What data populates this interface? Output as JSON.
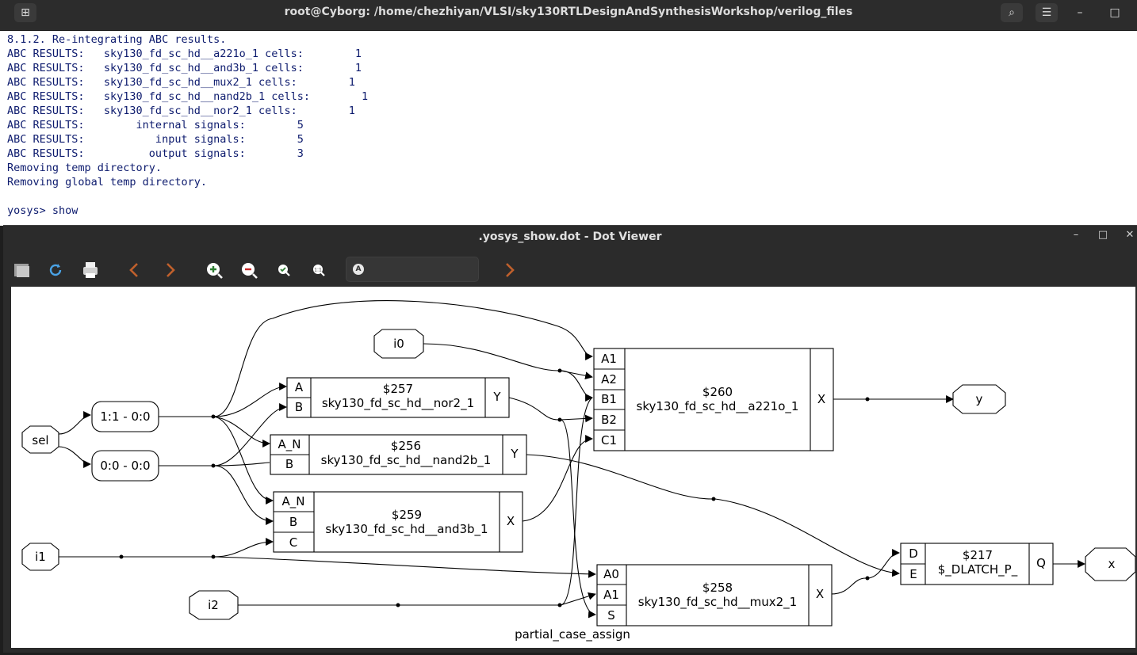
{
  "terminal": {
    "title": "root@Cyborg: /home/chezhiyan/VLSI/sky130RTLDesignAndSynthesisWorkshop/verilog_files",
    "lines": [
      "8.1.2. Re-integrating ABC results.",
      "ABC RESULTS:   sky130_fd_sc_hd__a221o_1 cells:        1",
      "ABC RESULTS:   sky130_fd_sc_hd__and3b_1 cells:        1",
      "ABC RESULTS:   sky130_fd_sc_hd__mux2_1 cells:        1",
      "ABC RESULTS:   sky130_fd_sc_hd__nand2b_1 cells:        1",
      "ABC RESULTS:   sky130_fd_sc_hd__nor2_1 cells:        1",
      "ABC RESULTS:        internal signals:        5",
      "ABC RESULTS:           input signals:        5",
      "ABC RESULTS:          output signals:        3",
      "Removing temp directory.",
      "Removing global temp directory.",
      "",
      "yosys> show"
    ]
  },
  "viewer": {
    "title": ".yosys_show.dot - Dot Viewer",
    "find_placeholder": "",
    "toolbar": [
      "open-icon",
      "reload-icon",
      "print-icon",
      "back-icon",
      "forward-icon",
      "zoom-in-icon",
      "zoom-out-icon",
      "zoom-fit-icon",
      "zoom-100-icon",
      "find-next-icon"
    ]
  },
  "graph": {
    "module": "partial_case_assign",
    "inputs": [
      "sel",
      "i0",
      "i1",
      "i2"
    ],
    "outputs": [
      "y",
      "x"
    ],
    "slices": [
      "1:1 - 0:0",
      "0:0 - 0:0"
    ],
    "cells": {
      "c257": {
        "id": "$257",
        "type": "sky130_fd_sc_hd__nor2_1",
        "ins": [
          "A",
          "B"
        ],
        "out": "Y"
      },
      "c256": {
        "id": "$256",
        "type": "sky130_fd_sc_hd__nand2b_1",
        "ins": [
          "A_N",
          "B"
        ],
        "out": "Y"
      },
      "c259": {
        "id": "$259",
        "type": "sky130_fd_sc_hd__and3b_1",
        "ins": [
          "A_N",
          "B",
          "C"
        ],
        "out": "X"
      },
      "c260": {
        "id": "$260",
        "type": "sky130_fd_sc_hd__a221o_1",
        "ins": [
          "A1",
          "A2",
          "B1",
          "B2",
          "C1"
        ],
        "out": "X"
      },
      "c258": {
        "id": "$258",
        "type": "sky130_fd_sc_hd__mux2_1",
        "ins": [
          "A0",
          "A1",
          "S"
        ],
        "out": "X"
      },
      "c217": {
        "id": "$217",
        "type": "$_DLATCH_P_",
        "ins": [
          "D",
          "E"
        ],
        "out": "Q"
      }
    }
  }
}
